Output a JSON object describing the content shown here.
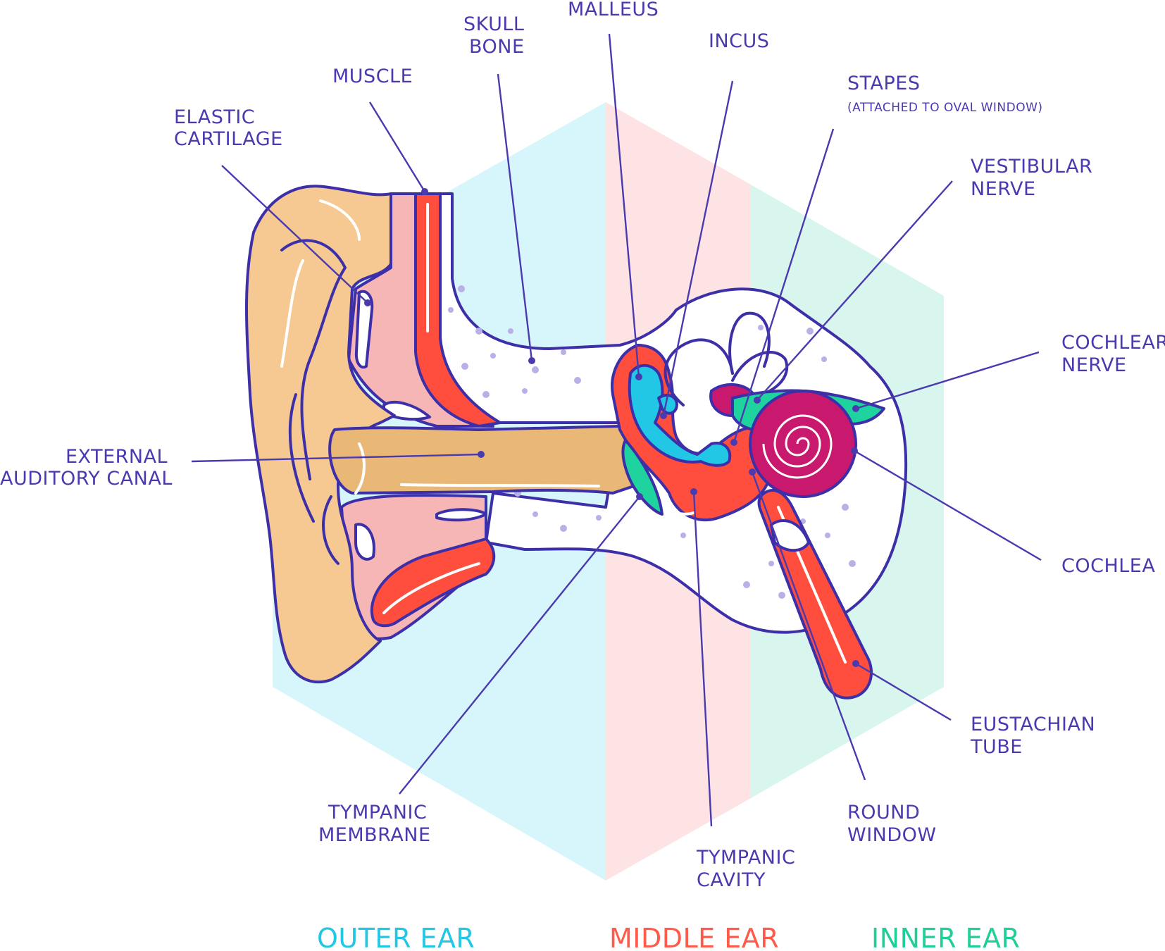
{
  "labels": {
    "malleus": "MALLEUS",
    "skull_bone": [
      "SKULL",
      "BONE"
    ],
    "incus": "INCUS",
    "muscle": "MUSCLE",
    "stapes": "STAPES",
    "stapes_note": "(ATTACHED TO OVAL WINDOW)",
    "elastic_cartilage": [
      "ELASTIC",
      "CARTILAGE"
    ],
    "vestibular_nerve": [
      "VESTIBULAR",
      "NERVE"
    ],
    "cochlear_nerve": [
      "COCHLEAR",
      "NERVE"
    ],
    "external_auditory_canal": [
      "EXTERNAL",
      "AUDITORY CANAL"
    ],
    "cochlea": "COCHLEA",
    "eustachian_tube": [
      "EUSTACHIAN",
      "TUBE"
    ],
    "tympanic_membrane": [
      "TYMPANIC",
      "MEMBRANE"
    ],
    "round_window": [
      "ROUND",
      "WINDOW"
    ],
    "tympanic_cavity": [
      "TYMPANIC",
      "CAVITY"
    ]
  },
  "sections": {
    "outer": "OUTER EAR",
    "middle": "MIDDLE EAR",
    "inner": "INNER EAR"
  },
  "colors": {
    "outer_section": "#22c7e6",
    "middle_section": "#ff5a4a",
    "inner_section": "#1fcf9a",
    "label_ink": "#4a3ab0",
    "outline": "#3d2fa8",
    "skin": "#f6c992",
    "cartilage": "#f7b6b6",
    "muscle": "#ff4e3e",
    "bone": "#ffffff",
    "ossicle": "#22c7e6",
    "membrane": "#1fd39f",
    "labyrinth": "#c8196e"
  }
}
